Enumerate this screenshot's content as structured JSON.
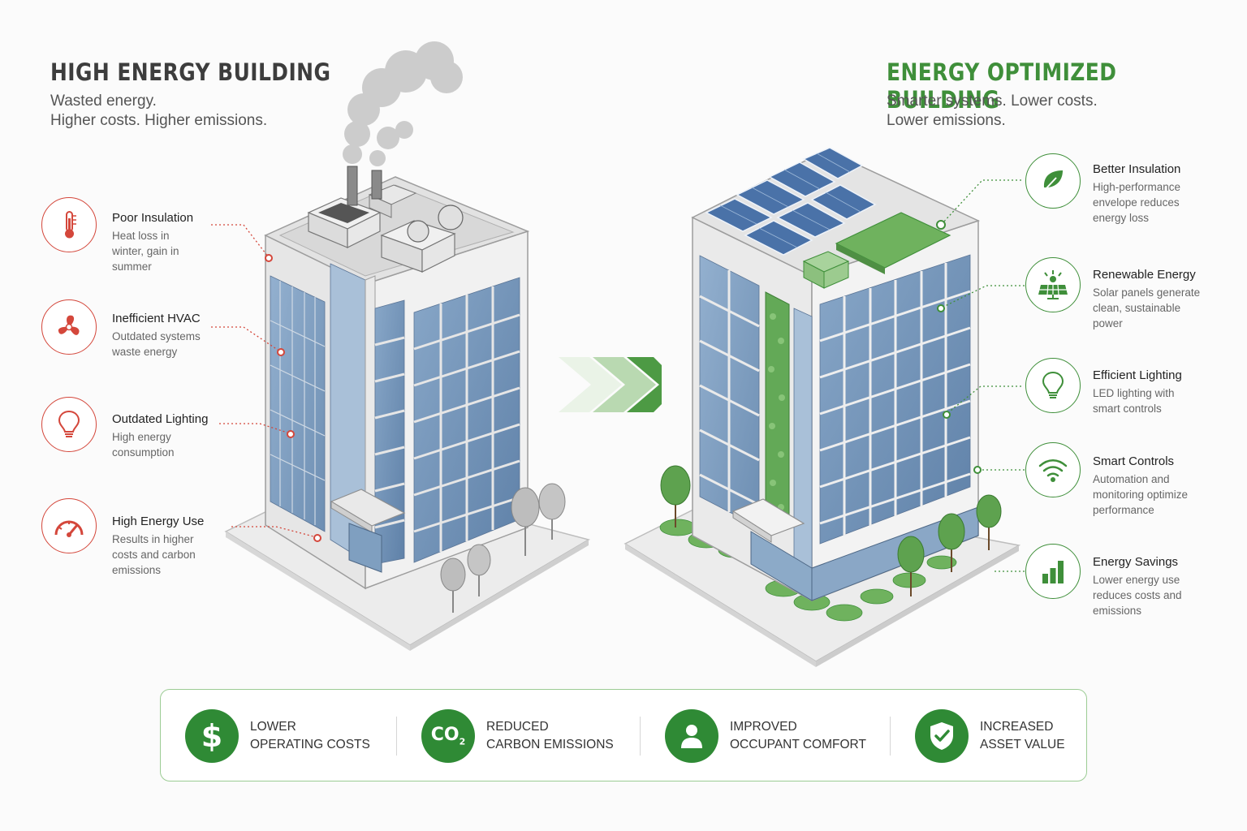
{
  "left": {
    "title": "HIGH ENERGY BUILDING",
    "subtitle_line1": "Wasted energy.",
    "subtitle_line2": "Higher costs. Higher emissions.",
    "accent_color": "#d4473b",
    "features": [
      {
        "icon": "thermometer-icon",
        "name": "Poor Insulation",
        "desc_lines": [
          "Heat loss in",
          "winter, gain in",
          "summer"
        ]
      },
      {
        "icon": "fan-icon",
        "name": "Inefficient HVAC",
        "desc_lines": [
          "Outdated systems",
          "waste energy"
        ]
      },
      {
        "icon": "light-bulb-icon",
        "name": "Outdated Lighting",
        "desc_lines": [
          "High energy",
          "consumption"
        ]
      },
      {
        "icon": "gauge-icon",
        "name": "High Energy Use",
        "desc_lines": [
          "Results in higher",
          "costs and carbon",
          "emissions"
        ]
      }
    ]
  },
  "right": {
    "title": "ENERGY OPTIMIZED BUILDING",
    "subtitle_line1": "Smarter systems. Lower costs.",
    "subtitle_line2": "Lower emissions.",
    "accent_color": "#3f8f3a",
    "features": [
      {
        "icon": "leaf-icon",
        "name": "Better Insulation",
        "desc_lines": [
          "High-performance",
          "envelope reduces",
          "energy loss"
        ]
      },
      {
        "icon": "solar-panel-icon",
        "name": "Renewable Energy",
        "desc_lines": [
          "Solar panels generate",
          "clean, sustainable",
          "power"
        ]
      },
      {
        "icon": "light-bulb-icon",
        "name": "Efficient Lighting",
        "desc_lines": [
          "LED lighting with",
          "smart controls"
        ]
      },
      {
        "icon": "wifi-icon",
        "name": "Smart Controls",
        "desc_lines": [
          "Automation and",
          "monitoring optimize",
          "performance"
        ]
      },
      {
        "icon": "bar-chart-icon",
        "name": "Energy Savings",
        "desc_lines": [
          "Lower energy use",
          "reduces costs and",
          "emissions"
        ]
      }
    ]
  },
  "benefits": [
    {
      "icon": "dollar-icon",
      "glyph": "$",
      "line1": "LOWER",
      "line2": "OPERATING COSTS"
    },
    {
      "icon": "co2-icon",
      "glyph": "CO",
      "sub": "2",
      "line1": "REDUCED",
      "line2": "CARBON EMISSIONS"
    },
    {
      "icon": "person-icon",
      "line1": "IMPROVED",
      "line2": "OCCUPANT COMFORT"
    },
    {
      "icon": "shield-check-icon",
      "line1": "INCREASED",
      "line2": "ASSET VALUE"
    }
  ],
  "colors": {
    "dark_text": "#3d3d3d",
    "green": "#3f8f3a",
    "benefit_green": "#2f8a35",
    "red": "#d4473b",
    "glass": "#7f9fc0"
  }
}
